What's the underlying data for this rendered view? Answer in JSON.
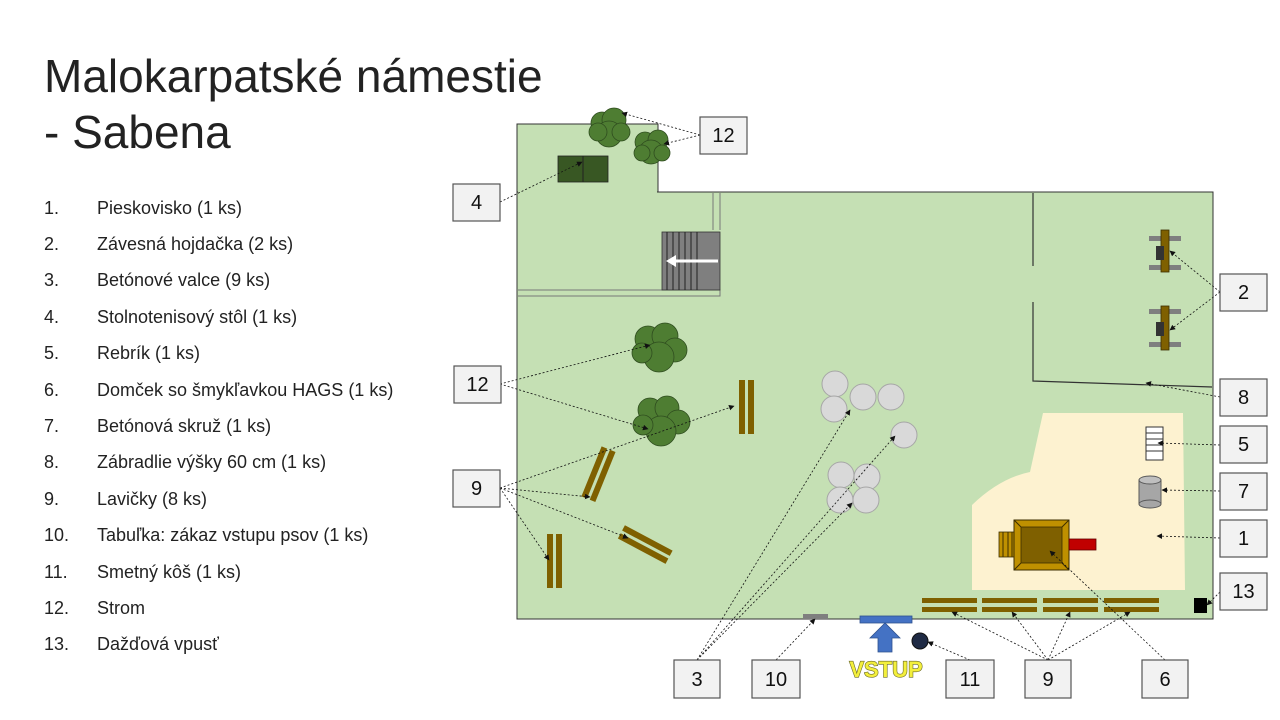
{
  "title": {
    "line1": "Malokarpatské námestie",
    "line2": "- Sabena"
  },
  "legend": [
    {
      "num": "1.",
      "label": "Pieskovisko (1 ks)"
    },
    {
      "num": "2.",
      "label": "Závesná hojdačka (2 ks)"
    },
    {
      "num": "3.",
      "label": "Betónové valce (9 ks)"
    },
    {
      "num": "4.",
      "label": "Stolnotenisový stôl (1 ks)"
    },
    {
      "num": "5.",
      "label": "Rebrík (1 ks)"
    },
    {
      "num": "6.",
      "label": "Domček so šmykľavkou HAGS (1 ks)"
    },
    {
      "num": "7.",
      "label": "Betónová skruž (1 ks)"
    },
    {
      "num": "8.",
      "label": "Zábradlie výšky 60 cm (1 ks)"
    },
    {
      "num": "9.",
      "label": "Lavičky (8 ks)"
    },
    {
      "num": "10.",
      "label": "Tabuľka: zákaz vstupu psov (1 ks)"
    },
    {
      "num": "11.",
      "label": "Smetný kôš (1 ks)"
    },
    {
      "num": "12.",
      "label": "Strom"
    },
    {
      "num": "13.",
      "label": "Dažďová vpusť"
    }
  ],
  "callouts": {
    "c12_top": "12",
    "c4": "4",
    "c2": "2",
    "c12_left": "12",
    "c8": "8",
    "c5": "5",
    "c9_left": "9",
    "c7": "7",
    "c1": "1",
    "c13": "13",
    "c3": "3",
    "c10": "10",
    "c11": "11",
    "c9_bottom": "9",
    "c6": "6"
  },
  "entrance_label": "VSTUP",
  "colors": {
    "grass": "#c5e0b4",
    "sand": "#fdf2d0",
    "tree": "#4e7d32",
    "bench": "#7f6000",
    "concrete": "#d9d9d9",
    "entrance": "#4472c4",
    "slide": "#c00000"
  }
}
